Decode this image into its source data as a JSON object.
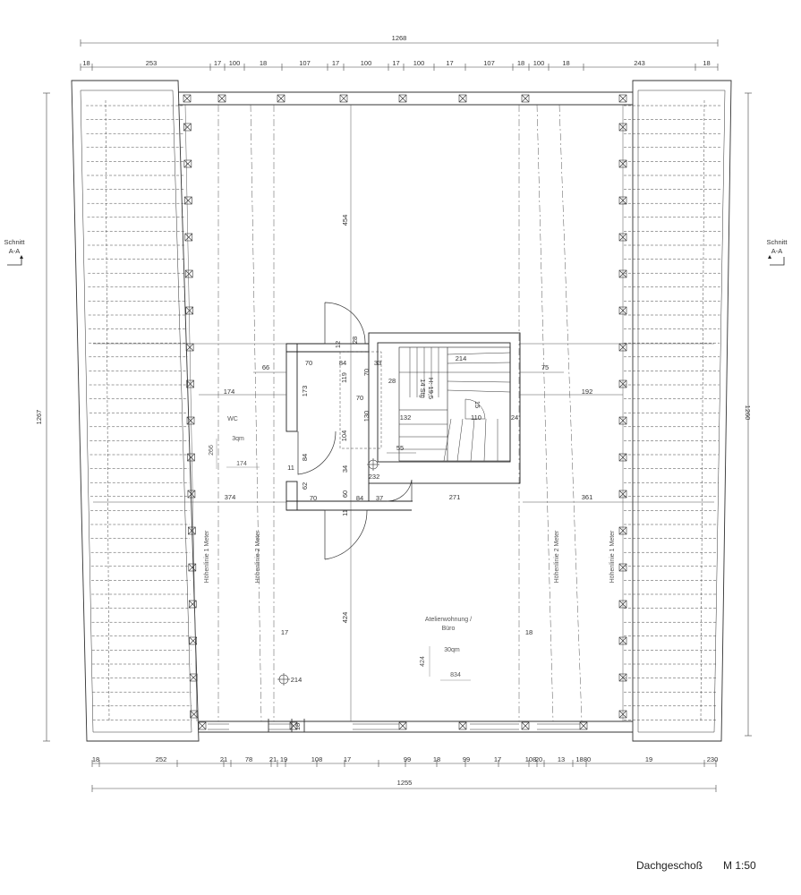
{
  "top_dims": {
    "total": "1268",
    "segments": [
      "18",
      "253",
      "17",
      "100",
      "18",
      "107",
      "17",
      "100",
      "17",
      "100",
      "17",
      "107",
      "18",
      "100",
      "18",
      "243",
      "18"
    ]
  },
  "bottom_dims": {
    "total": "1255",
    "segments": [
      "18",
      "252",
      "21",
      "78",
      "21",
      "19",
      "108",
      "17",
      "99",
      "18",
      "99",
      "17",
      "108",
      "20",
      "13",
      "80",
      "19",
      "230",
      "18"
    ]
  },
  "side_dims": {
    "left": "1267",
    "right": "1260"
  },
  "section_marks": {
    "text": "Schnitt",
    "id": "A-A"
  },
  "rooms": {
    "wc": {
      "name": "WC",
      "area": "3qm",
      "dim_w": "174",
      "dim_h": "266"
    },
    "atelier": {
      "name_1": "Atelierwohnung /",
      "name_2": "Büro",
      "area": "30qm",
      "dim_w": "834",
      "dim_h": "424"
    }
  },
  "height_lines": {
    "one_meter": "Höhenlinie 1 Meter",
    "two_meter": "Höhenlinie 2 Meter"
  },
  "stair": {
    "steps": "14 Stg",
    "rise": "H: 19,5"
  },
  "inner_dims": {
    "d454": "454",
    "d424": "424",
    "d174": "174",
    "d66": "66",
    "d374": "374",
    "d271": "271",
    "d361": "361",
    "d192": "192",
    "d75": "75",
    "d214": "214",
    "d28a": "28",
    "d28b": "28",
    "d12": "12",
    "d70a": "70",
    "d84a": "84",
    "d33": "33",
    "d70b": "70",
    "d119": "119",
    "d173": "173",
    "d70c": "70",
    "d130": "130",
    "d132": "132",
    "d110": "110",
    "d24": "24",
    "d15": "15",
    "d104": "104",
    "d55": "55",
    "d84b": "84",
    "d11a": "11",
    "d34": "34",
    "d232": "232",
    "d62": "62",
    "d70d": "70",
    "d60": "60",
    "d84c": "84",
    "d37": "37",
    "d11b": "11",
    "d17": "17",
    "d18a": "18",
    "d18b": "18",
    "d214b": "214"
  },
  "caption": {
    "title": "Dachgeschoß",
    "scale": "M 1:50"
  }
}
